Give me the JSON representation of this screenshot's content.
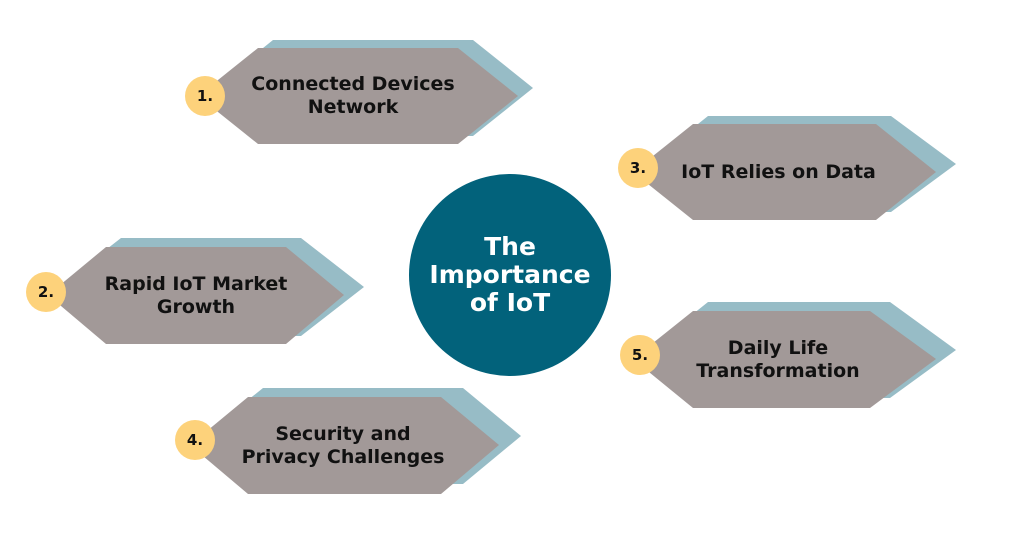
{
  "colors": {
    "hex_fill": "#a29998",
    "hex_shadow": "#97bcc6",
    "badge": "#fdd27b",
    "center": "#02627b",
    "text": "#111111",
    "center_text": "#ffffff"
  },
  "center": {
    "title": "The\nImportance\nof IoT"
  },
  "items": [
    {
      "number": "1.",
      "label": "Connected Devices\nNetwork"
    },
    {
      "number": "2.",
      "label": "Rapid IoT Market\nGrowth"
    },
    {
      "number": "3.",
      "label": "IoT Relies on Data"
    },
    {
      "number": "4.",
      "label": "Security and\nPrivacy Challenges"
    },
    {
      "number": "5.",
      "label": "Daily Life\nTransformation"
    }
  ]
}
